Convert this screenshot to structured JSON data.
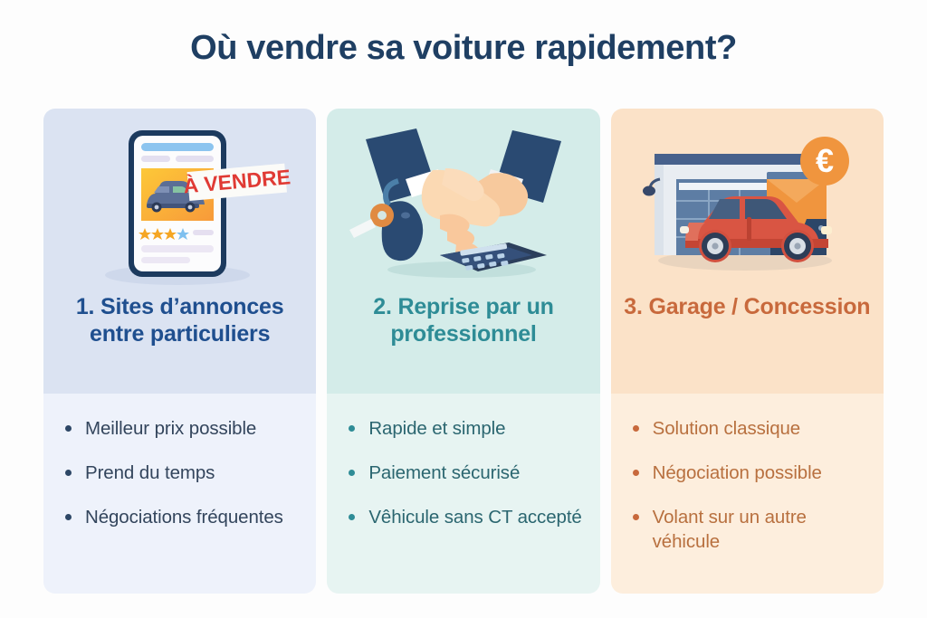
{
  "page": {
    "title": "Où vendre sa voiture rapidement?",
    "background_color": "#fdfdfd",
    "title_color": "#1f3f63"
  },
  "cards": [
    {
      "id": "sites-annonces",
      "number": "1.",
      "title": "1. Sites d’annonces entre particuliers",
      "accent_color": "#1f4f8f",
      "head_bg": "#dbe3f2",
      "body_bg": "#eef2fb",
      "illustration": "phone-car-listing-illustration",
      "badge_text": "À VENDRE",
      "badge_color": "#e03a34",
      "stars_filled": 3,
      "stars_total": 4,
      "bullets": [
        "Meilleur prix possible",
        "Prend du temps",
        "Négociations fréquentes"
      ]
    },
    {
      "id": "reprise-professionnel",
      "number": "2.",
      "title": "2. Reprise par un professionnel",
      "accent_color": "#2e8c96",
      "head_bg": "#d4ece9",
      "body_bg": "#e7f4f2",
      "illustration": "handshake-keys-calculator-illustration",
      "bullets": [
        "Rapide et simple",
        "Paiement sécurisé",
        "Vêhicule sans CT accepté"
      ]
    },
    {
      "id": "garage-concession",
      "number": "3.",
      "title": "3. Garage / Concession",
      "accent_color": "#c8693c",
      "head_bg": "#fbe2c8",
      "body_bg": "#fdeedd",
      "illustration": "garage-car-euro-illustration",
      "badge_symbol": "€",
      "bullets": [
        "Solution classique",
        "Négociation possible",
        "Volant sur un autre véhicule"
      ]
    }
  ]
}
